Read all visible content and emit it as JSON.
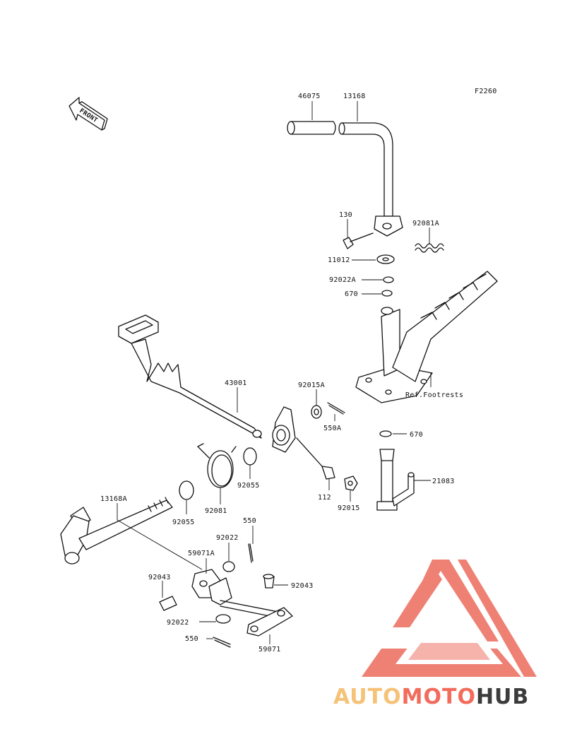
{
  "figure_code": "F2260",
  "front_arrow_label": "FRONT",
  "ref_label": "Ref.Footrests",
  "parts": [
    {
      "id": "p46075",
      "number": "46075"
    },
    {
      "id": "p13168",
      "number": "13168"
    },
    {
      "id": "p130",
      "number": "130"
    },
    {
      "id": "p92081A",
      "number": "92081A"
    },
    {
      "id": "p11012",
      "number": "11012"
    },
    {
      "id": "p92022A",
      "number": "92022A"
    },
    {
      "id": "p670a",
      "number": "670"
    },
    {
      "id": "p43001",
      "number": "43001"
    },
    {
      "id": "p92015A",
      "number": "92015A"
    },
    {
      "id": "p550A",
      "number": "550A"
    },
    {
      "id": "p670b",
      "number": "670"
    },
    {
      "id": "p21083",
      "number": "21083"
    },
    {
      "id": "p92055a",
      "number": "92055"
    },
    {
      "id": "p112",
      "number": "112"
    },
    {
      "id": "p92015",
      "number": "92015"
    },
    {
      "id": "p92081",
      "number": "92081"
    },
    {
      "id": "p13168A",
      "number": "13168A"
    },
    {
      "id": "p92055b",
      "number": "92055"
    },
    {
      "id": "p550a",
      "number": "550"
    },
    {
      "id": "p92022a",
      "number": "92022"
    },
    {
      "id": "p59071A",
      "number": "59071A"
    },
    {
      "id": "p92043a",
      "number": "92043"
    },
    {
      "id": "p92043b",
      "number": "92043"
    },
    {
      "id": "p92022b",
      "number": "92022"
    },
    {
      "id": "p550b",
      "number": "550"
    },
    {
      "id": "p59071",
      "number": "59071"
    }
  ],
  "watermark": {
    "part1": "AUTO",
    "part2": "MOTO",
    "part3": "HUB",
    "color1": "#f5c278",
    "color2": "#f26b5b",
    "color3": "#3c3c3c",
    "triangle_color": "#ec6a5c"
  }
}
